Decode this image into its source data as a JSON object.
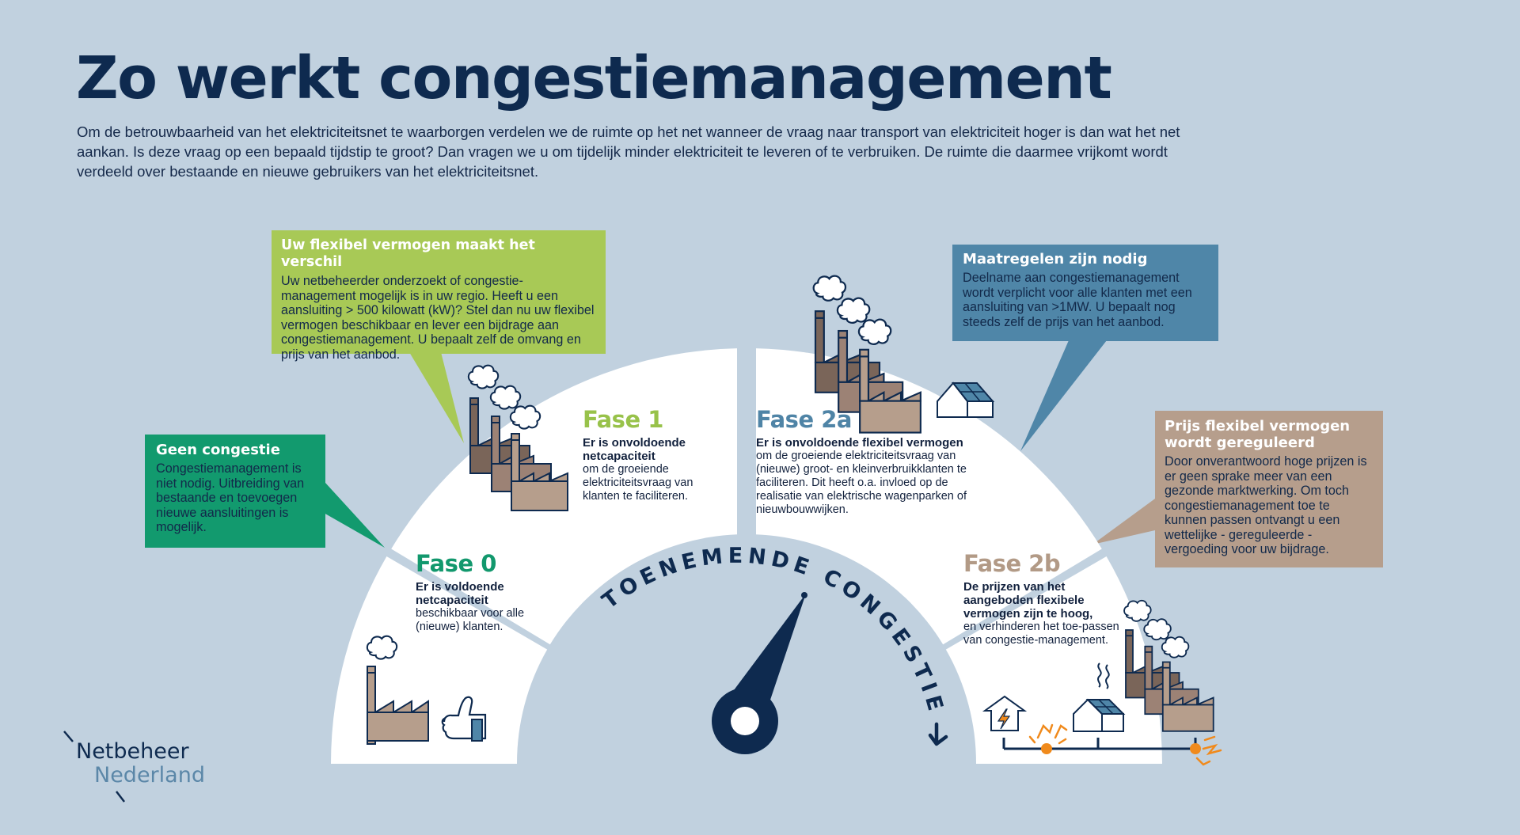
{
  "header": {
    "title": "Zo werkt congestiemanagement",
    "intro": "Om de betrouwbaarheid van het elektriciteitsnet te waarborgen verdelen we de ruimte op het net wanneer de vraag naar transport van elektriciteit hoger is dan wat het net aankan. Is deze vraag op een bepaald tijdstip te groot? Dan vragen we u om tijdelijk minder elektriciteit te leveren of te verbruiken. De ruimte die daarmee vrijkomt wordt verdeeld over bestaande en nieuwe gebruikers van het elektriciteitsnet."
  },
  "callouts": {
    "geen_congestie": {
      "title": "Geen congestie",
      "body": "Congestiemanagement is niet nodig. Uitbreiding van bestaande en toevoegen nieuwe aansluitingen is mogelijk.",
      "color": "#129a6e"
    },
    "flexibel_vermogen": {
      "title": "Uw flexibel vermogen maakt het verschil",
      "body": "Uw netbeheerder onderzoekt of congestie-management mogelijk is in uw regio. Heeft u een aansluiting > 500 kilowatt (kW)? Stel dan nu uw flexibel vermogen beschikbaar en lever een bijdrage aan congestiemanagement. U bepaalt zelf de omvang en prijs van het aanbod.",
      "color": "#a8c956"
    },
    "maatregelen": {
      "title": "Maatregelen zijn nodig",
      "body": "Deelname aan congestiemanagement wordt verplicht voor alle klanten met een aansluiting van >1MW. U bepaalt nog steeds zelf de prijs van het aanbod.",
      "color": "#4f86a8"
    },
    "prijs_gereguleerd": {
      "title": "Prijs flexibel vermogen wordt gereguleerd",
      "body": "Door onverantwoord hoge prijzen is er geen sprake meer van een gezonde marktwerking. Om toch congestiemanagement toe te kunnen passen ontvangt u een wettelijke - gereguleerde - vergoeding voor uw bijdrage.",
      "color": "#b69e8c"
    }
  },
  "phases": [
    {
      "label": "Fase 0",
      "lead": "Er is voldoende netcapaciteit",
      "rest": "beschikbaar voor alle (nieuwe) klanten.",
      "color": "#12986d"
    },
    {
      "label": "Fase 1",
      "lead": "Er is onvoldoende netcapaciteit",
      "rest": "om de groeiende elektriciteitsvraag van klanten te faciliteren.",
      "color": "#98c24a"
    },
    {
      "label": "Fase 2a",
      "lead": "Er is onvoldoende flexibel vermogen",
      "rest": "om de groeiende elektriciteitsvraag van (nieuwe) groot- en kleinverbruikklanten te faciliteren. Dit heeft o.a. invloed op de realisatie van elektrische wagenparken of nieuwbouwwijken.",
      "color": "#4f84a6"
    },
    {
      "label": "Fase 2b",
      "lead": "De prijzen van het aangeboden flexibele vermogen zijn te hoog,",
      "rest": "en verhinderen het toe-passen van congestie-management.",
      "color": "#b29a86"
    }
  ],
  "gauge": {
    "arc_label": "TOENEMENDE CONGESTIE",
    "arrow": "→",
    "needle_color": "#0e2a4f"
  },
  "icons": {
    "phase0": [
      "factory-icon",
      "thumbs-up-icon"
    ],
    "phase1": [
      "factory-group-icon"
    ],
    "phase2a": [
      "factory-group-icon",
      "solar-house-icon"
    ],
    "phase2b": [
      "house-lightning-icon",
      "solar-house-icon",
      "factory-group-icon",
      "grid-overload-icon"
    ]
  },
  "logo": {
    "line1": "Netbeheer",
    "line2": "Nederland"
  },
  "colors": {
    "background": "#c1d1df",
    "navy": "#0e2a4f",
    "segment": "#ffffff",
    "warning_orange": "#f08a1c"
  }
}
